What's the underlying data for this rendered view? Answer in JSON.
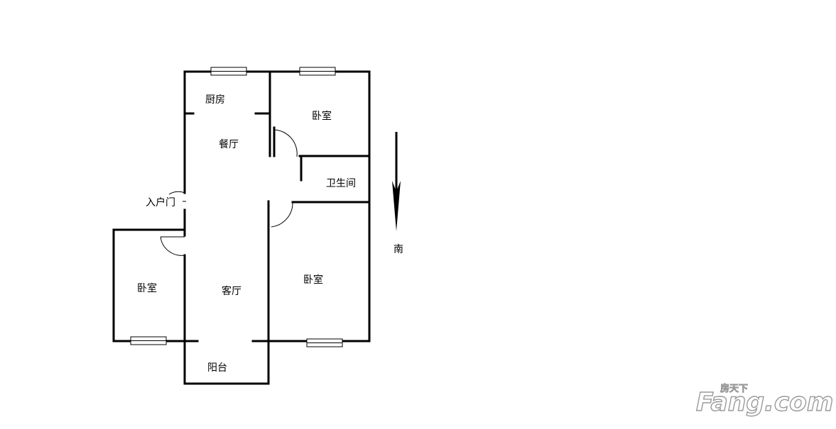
{
  "rooms": {
    "kitchen": "厨房",
    "dining": "餐厅",
    "bedroom_north": "卧室",
    "bathroom": "卫生间",
    "entrance": "入户门",
    "bedroom_west": "卧室",
    "living": "客厅",
    "bedroom_south": "卧室",
    "balcony": "阳台"
  },
  "compass": {
    "label": "南"
  },
  "watermark": {
    "brand": "Fang.com",
    "cn": "房天下"
  }
}
